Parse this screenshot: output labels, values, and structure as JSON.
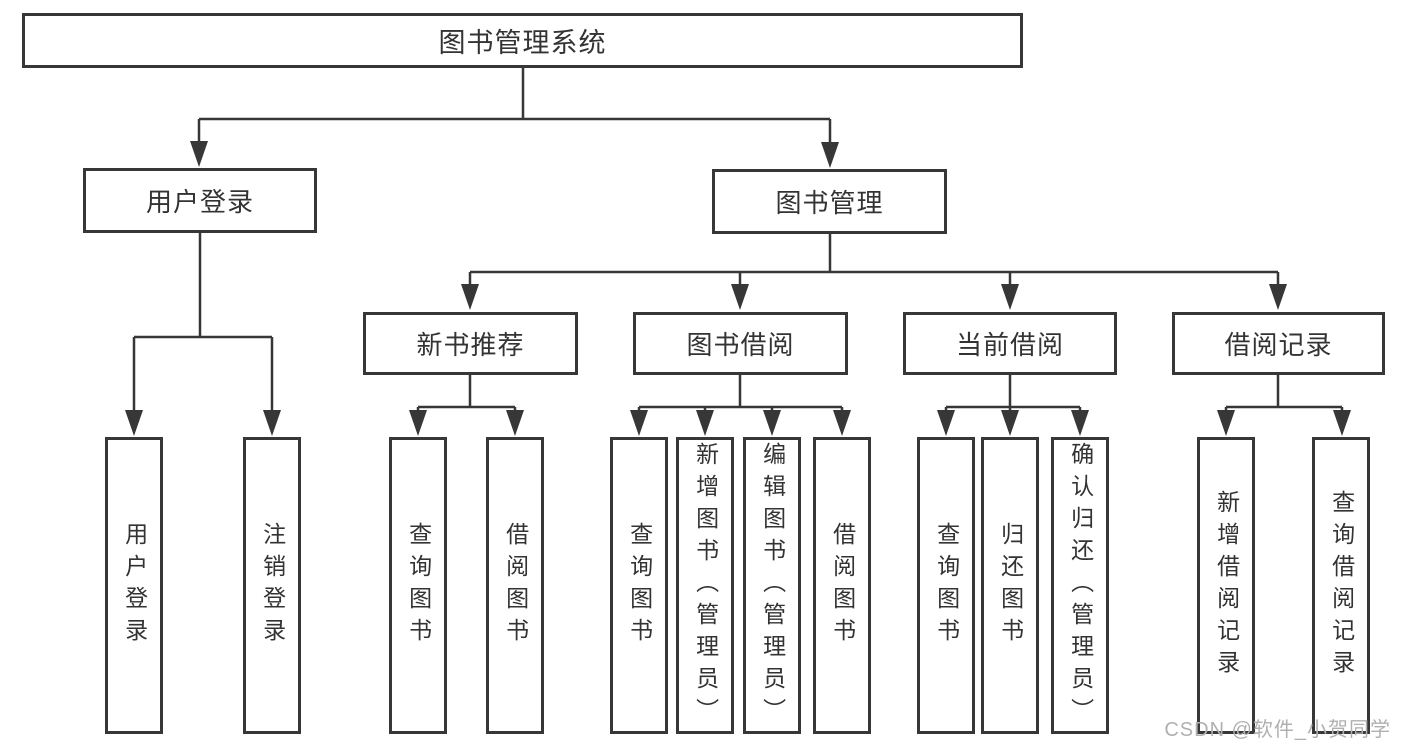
{
  "diagram_title": "图书管理系统",
  "tree": {
    "label": "图书管理系统",
    "children": [
      {
        "label": "用户登录",
        "children": [
          {
            "label": "用户登录"
          },
          {
            "label": "注销登录"
          }
        ]
      },
      {
        "label": "图书管理",
        "children": [
          {
            "label": "新书推荐",
            "children": [
              {
                "label": "查询图书"
              },
              {
                "label": "借阅图书"
              }
            ]
          },
          {
            "label": "图书借阅",
            "children": [
              {
                "label": "查询图书"
              },
              {
                "label": "新增图书（管理员）"
              },
              {
                "label": "编辑图书（管理员）"
              },
              {
                "label": "借阅图书"
              }
            ]
          },
          {
            "label": "当前借阅",
            "children": [
              {
                "label": "查询图书"
              },
              {
                "label": "归还图书"
              },
              {
                "label": "确认归还（管理员）"
              }
            ]
          },
          {
            "label": "借阅记录",
            "children": [
              {
                "label": "新增借阅记录"
              },
              {
                "label": "查询借阅记录"
              }
            ]
          }
        ]
      }
    ]
  },
  "watermark": {
    "text": "CSDN @软件_小贺同学"
  },
  "colors": {
    "line": "#373737",
    "box_border": "#373737",
    "text": "#333333",
    "watermark": "#b0b0b0",
    "background": "#ffffff"
  }
}
